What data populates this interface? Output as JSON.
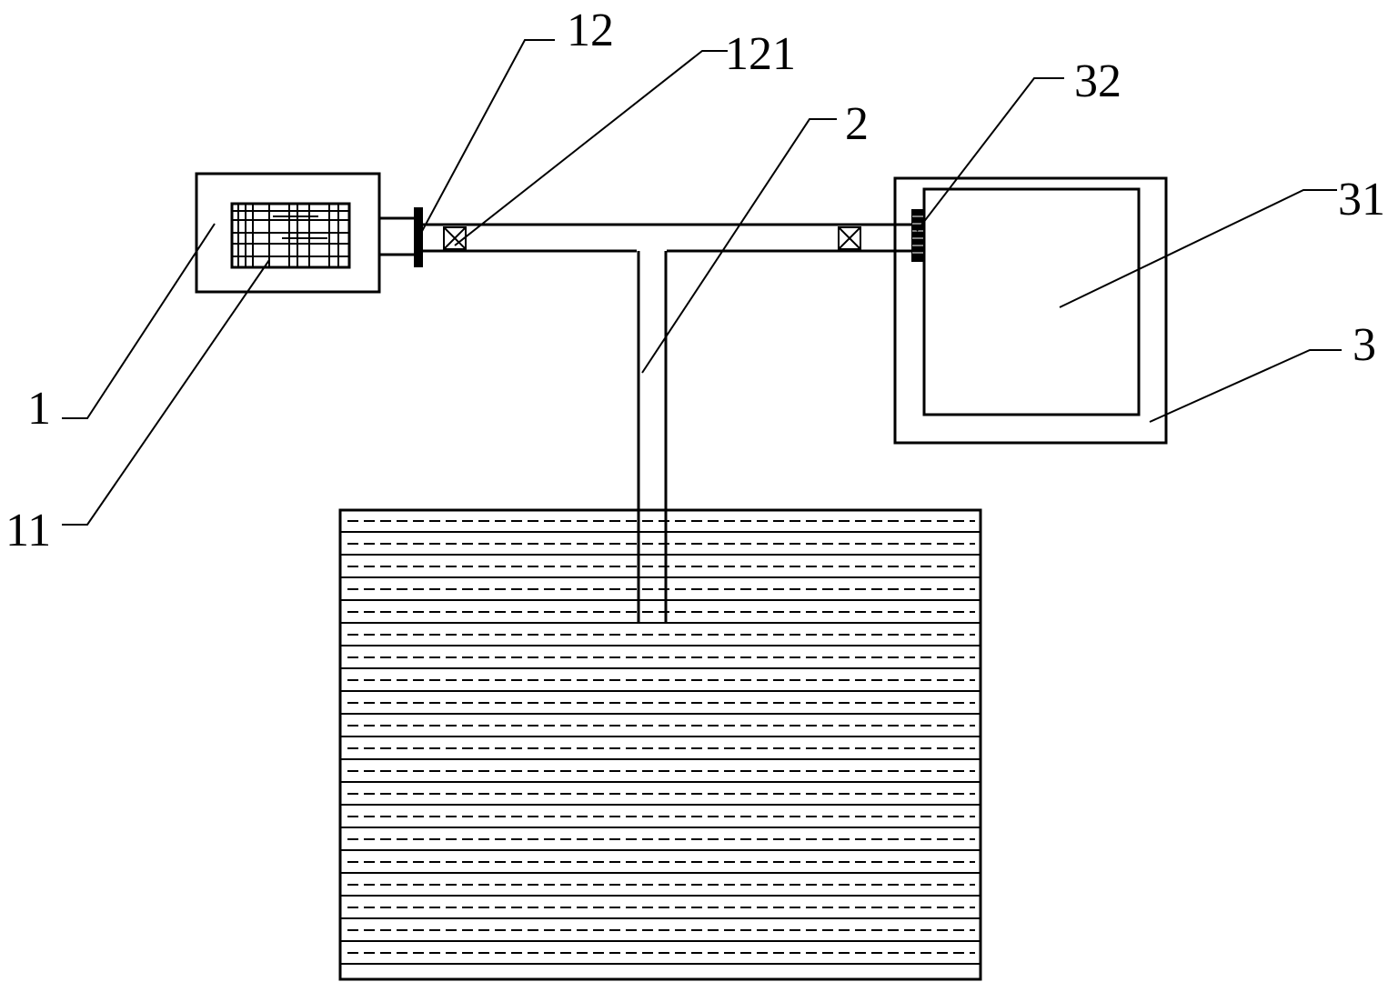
{
  "labels": {
    "l1": "1",
    "l11": "11",
    "l12": "12",
    "l121": "121",
    "l2": "2",
    "l3": "3",
    "l31": "31",
    "l32": "32"
  },
  "colors": {
    "stroke": "#000000",
    "background": "#ffffff"
  }
}
